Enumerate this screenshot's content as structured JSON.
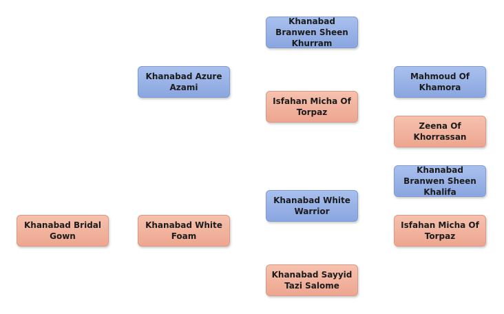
{
  "pedigree": {
    "root": "Khanabad Bridal Gown",
    "sire": "Khanabad Azure Azami",
    "dam": "Khanabad White Foam",
    "sire_sire": "Khanabad Branwen Sheen Khurram",
    "sire_dam": "Isfahan Micha Of Torpaz",
    "dam_sire": "Khanabad White Warrior",
    "dam_dam": "Khanabad Sayyid Tazi Salome",
    "sire_dam_sire": "Mahmoud Of Khamora",
    "sire_dam_dam": "Zeena Of Khorrassan",
    "dam_sire_sire": "Khanabad Branwen Sheen Khalifa",
    "dam_sire_dam": "Isfahan Micha Of Torpaz"
  },
  "colors": {
    "male": "#9bb4ea",
    "female": "#f2b29c"
  }
}
